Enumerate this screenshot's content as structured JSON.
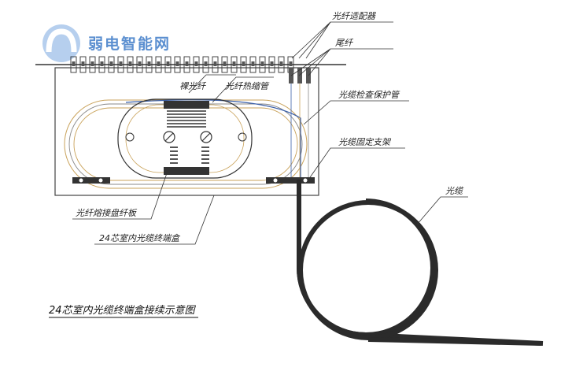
{
  "watermark": {
    "text": "弱电智能网"
  },
  "labels": {
    "fiber_adapter": "光纤适配器",
    "pigtail": "尾纤",
    "bare_fiber": "裸光纤",
    "heat_shrink": "光纤热缩管",
    "cable_protect_tube": "光缆检查保护管",
    "cable_fix": "光缆固定支架",
    "cable": "光缆",
    "splice_tray": "光纤熔接盘纤板",
    "terminal_box": "24芯室内光缆终端盒"
  },
  "caption": "24芯室内光缆终端盒接续示意图",
  "colors": {
    "line": "#333333",
    "fiber_blue": "#3a5fa8",
    "fiber_yellow": "#c9a25a",
    "cable": "#2b2b2b",
    "logo": "#5b8fd0"
  }
}
